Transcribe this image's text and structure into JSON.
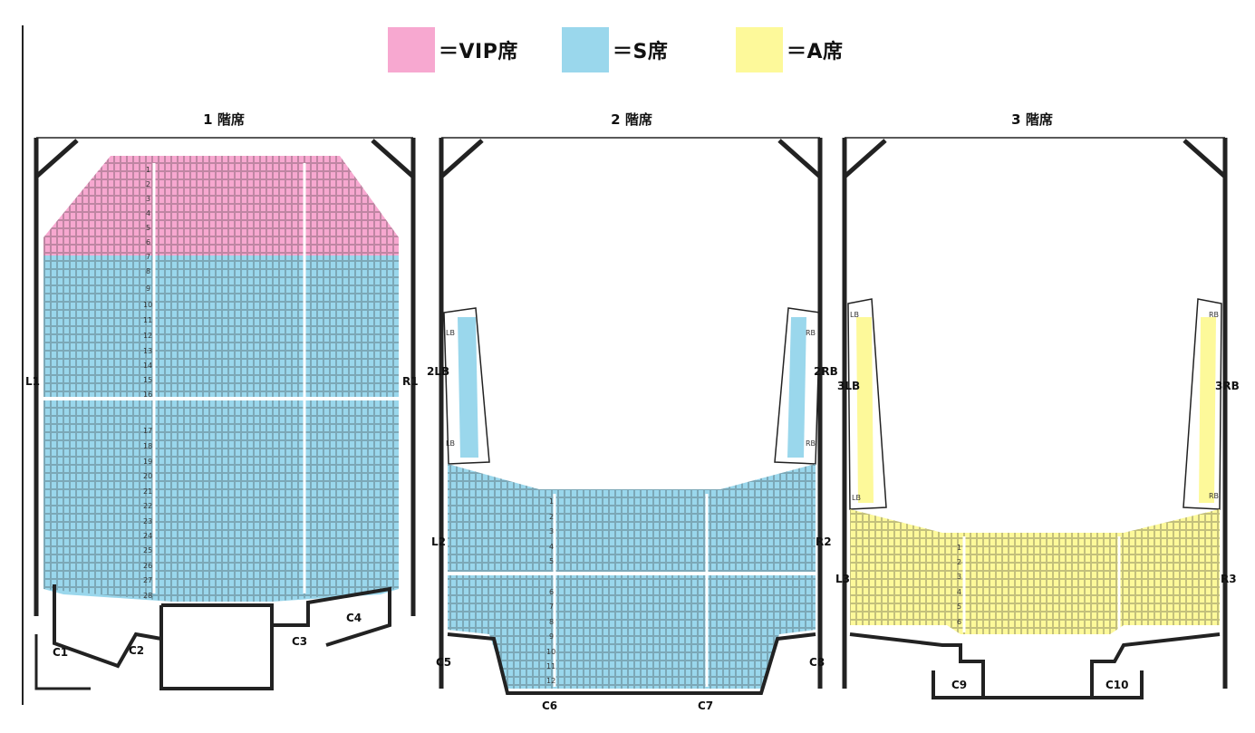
{
  "legend": {
    "items": [
      {
        "label": "＝VIP席",
        "color": "#f7a8d0"
      },
      {
        "label": "＝S席",
        "color": "#9ad7ec"
      },
      {
        "label": "＝A席",
        "color": "#fdf99a"
      }
    ]
  },
  "floors": {
    "floor1": {
      "title": "1 階席"
    },
    "floor2": {
      "title": "2 階席"
    },
    "floor3": {
      "title": "3 階席"
    }
  },
  "labels": {
    "f1": [
      "L1",
      "R1",
      "C1",
      "C2",
      "C3",
      "C4"
    ],
    "f2": [
      "2LB",
      "2RB",
      "L2",
      "R2",
      "C5",
      "C6",
      "C7",
      "C8",
      "LB",
      "LB",
      "RB",
      "RB"
    ],
    "f3": [
      "3LB",
      "3RB",
      "L3",
      "R3",
      "C9",
      "C10",
      "LB",
      "LB",
      "RB",
      "RB"
    ]
  },
  "row_numbers": {
    "f1": [
      "1",
      "2",
      "3",
      "4",
      "5",
      "6",
      "7",
      "8",
      "9",
      "10",
      "11",
      "12",
      "13",
      "14",
      "15",
      "16",
      "17",
      "18",
      "19",
      "20",
      "21",
      "22",
      "23",
      "24",
      "25",
      "26",
      "27",
      "28"
    ],
    "f2": [
      "1",
      "2",
      "3",
      "4",
      "5",
      "6",
      "7",
      "8",
      "9",
      "10",
      "11",
      "12"
    ],
    "f3": [
      "1",
      "2",
      "3",
      "4",
      "5",
      "6"
    ]
  },
  "colors": {
    "vip": "#f7a8d0",
    "s": "#9ad7ec",
    "a": "#fdf99a",
    "wall": "#222222"
  }
}
